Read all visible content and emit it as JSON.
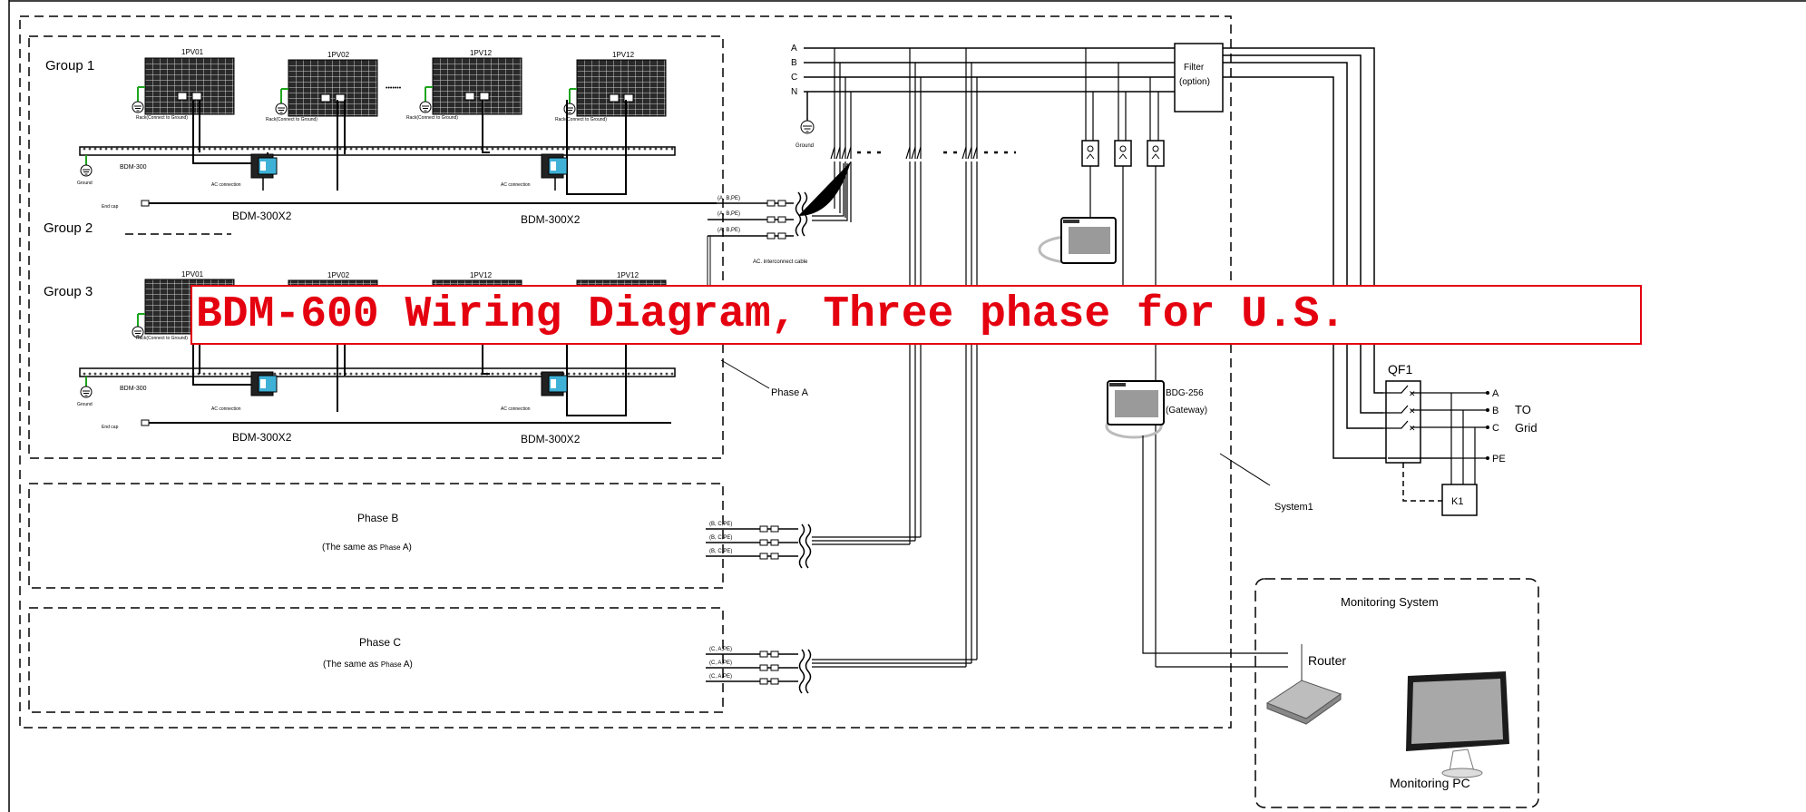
{
  "title": "BDM-600 Wiring Diagram, Three phase for U.S.",
  "colors": {
    "title_red": "#e4000f",
    "ground_green": "#1ea51e",
    "line": "#000000",
    "panel_dark": "#2a2a2a"
  },
  "groups": {
    "group1": "Group 1",
    "group2": "Group 2",
    "group3": "Group 3"
  },
  "pv_labels": [
    "1PV01",
    "1PV02",
    "1PV12",
    "1PV12"
  ],
  "dots": "•••••••",
  "rack_label": "Rack(Connect to Ground)",
  "ground_label": "Ground",
  "inverter_model": "BDM-300",
  "inverter_pair": "BDM-300X2",
  "ac_connection": "AC connection",
  "end_cap": "End cap",
  "cable_a": "(A, B,PE)",
  "cable_b": "(B, C,PE)",
  "cable_c": "(C, A,PE)",
  "ac_cable": "AC. interconnect cable",
  "phase_a": "Phase A",
  "phase_b": "Phase  B",
  "phase_c": "Phase  C",
  "same_as_pre": "(The same as ",
  "same_as_phase": "Phase",
  "same_as_post": " A)",
  "bus_labels": [
    "A",
    "B",
    "C",
    "N"
  ],
  "bus_ground": "Ground",
  "filter_line1": "Filter",
  "filter_line2": "(option)",
  "gateway_line1": "BDG-256",
  "gateway_line2": "(Gateway)",
  "system1": "System1",
  "qf1": "QF1",
  "k1": "K1",
  "grid_lines": [
    "A",
    "B",
    "C"
  ],
  "pe": "PE",
  "to_grid_1": "TO",
  "to_grid_2": "Grid",
  "monitoring_system": "Monitoring System",
  "router": "Router",
  "monitoring_pc": "Monitoring  PC"
}
